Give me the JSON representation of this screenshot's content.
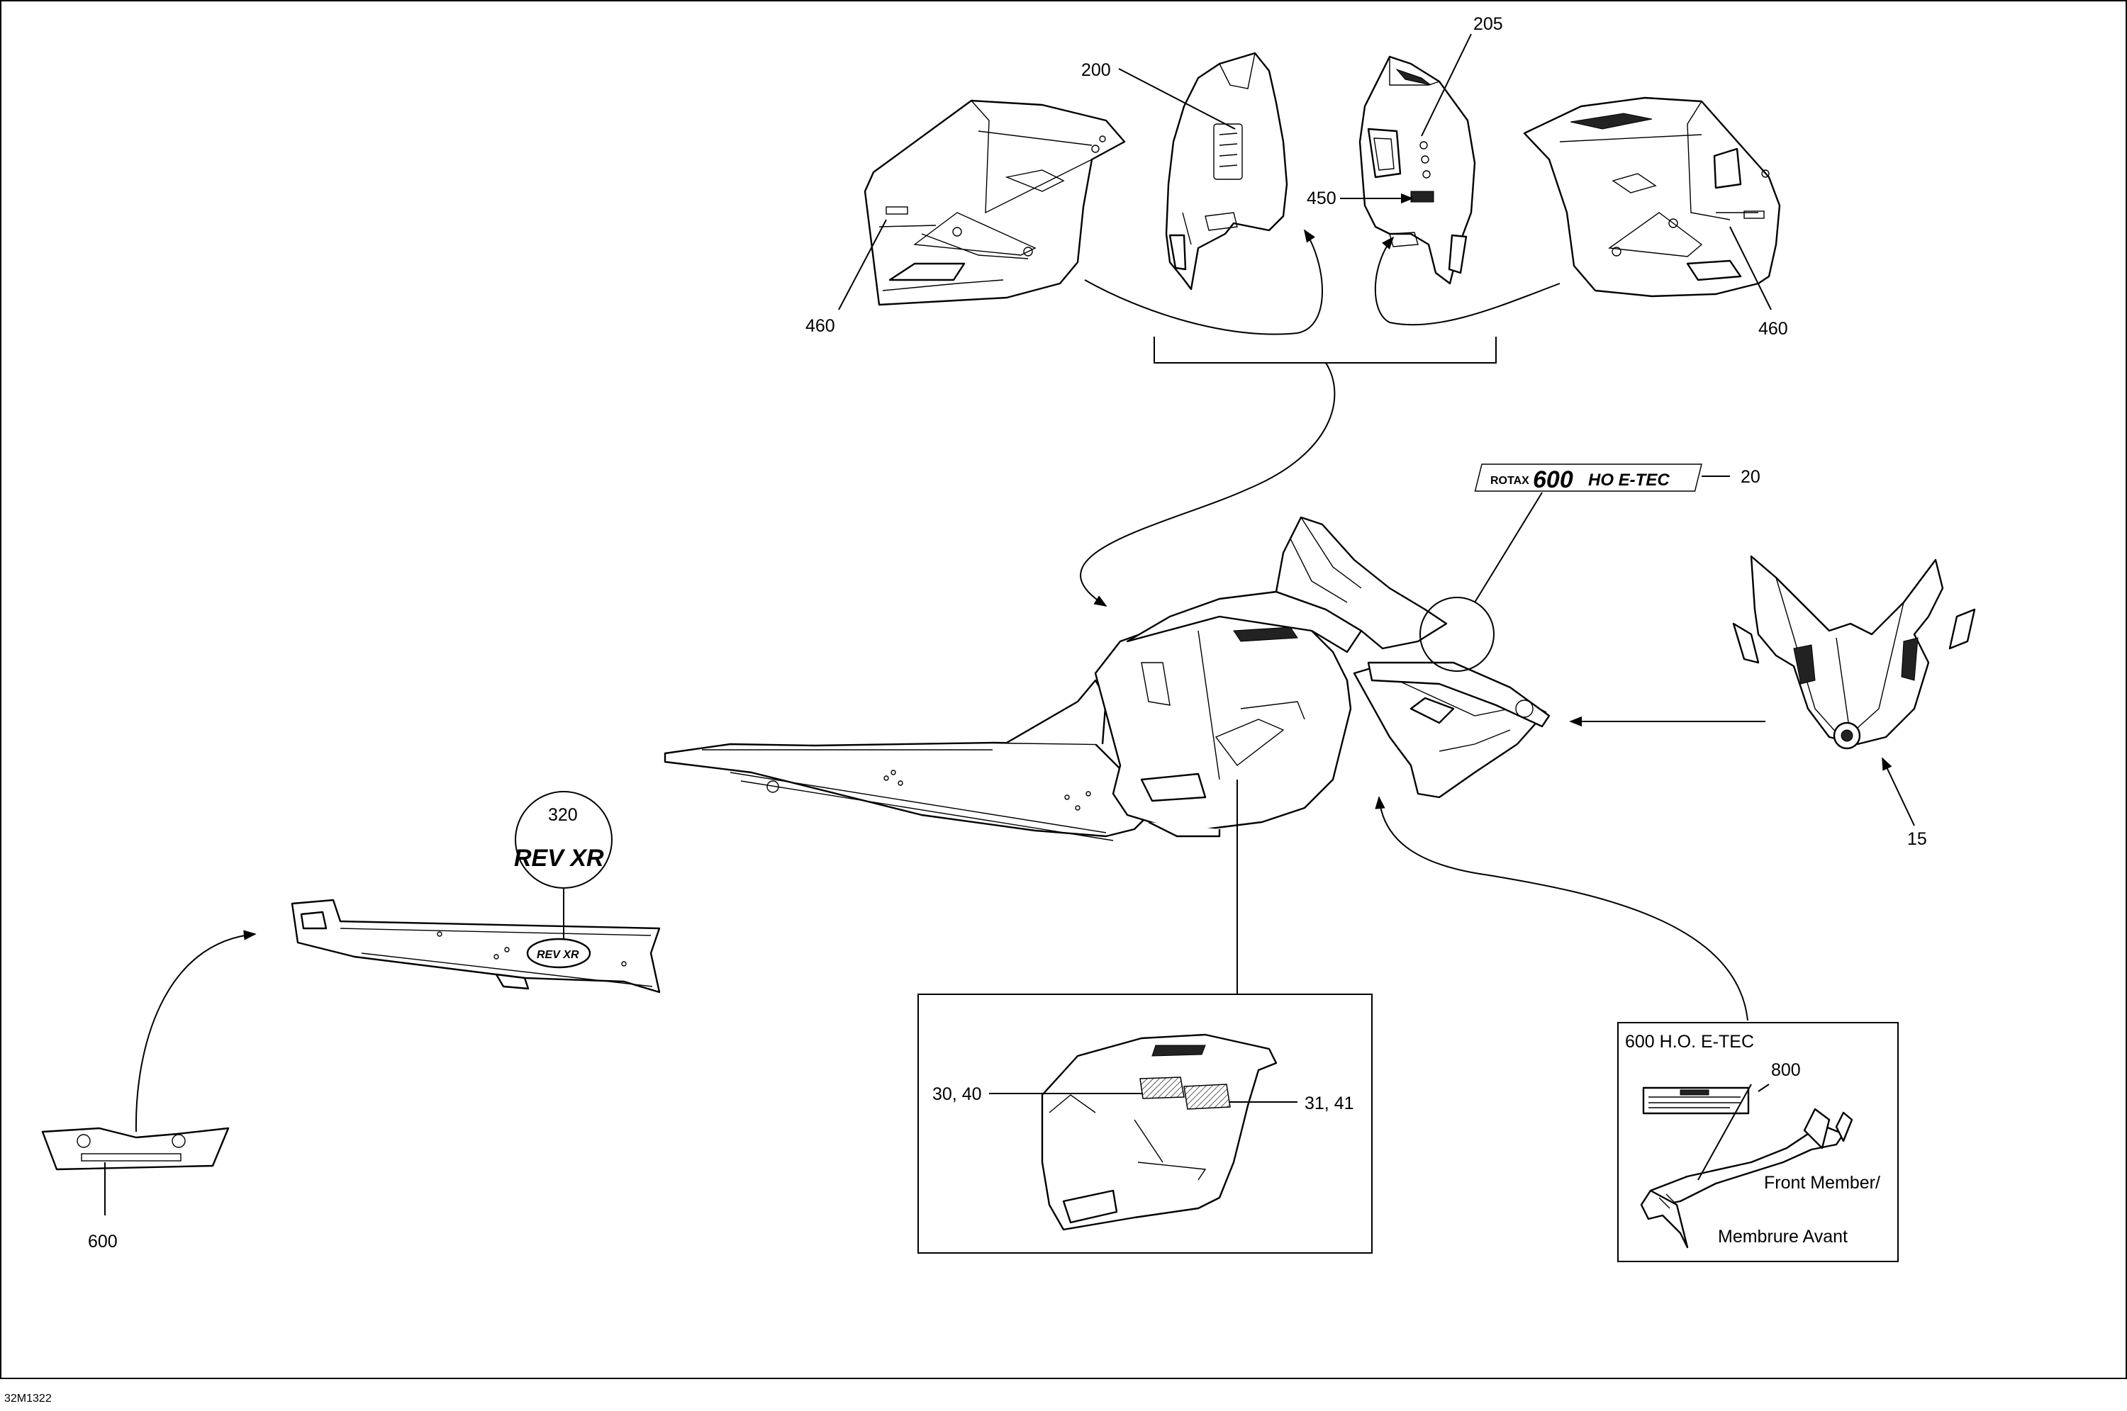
{
  "drawing_code": "32M1322",
  "callouts": {
    "c200": "200",
    "c205": "205",
    "c450": "450",
    "c460_left": "460",
    "c460_right": "460",
    "c20": "20",
    "c15": "15",
    "c320": "320",
    "c600": "600",
    "c3040": "30, 40",
    "c3141": "31, 41",
    "c800": "800"
  },
  "decals": {
    "engine_brand": "ROTAX",
    "engine_num": "600",
    "engine_suffix": "HO E-TEC",
    "model_badge": "REV XR"
  },
  "inset_engine": {
    "title": "600 H.O. E-TEC",
    "note_line1": "Front Member/",
    "note_line2": "Membrure Avant"
  }
}
